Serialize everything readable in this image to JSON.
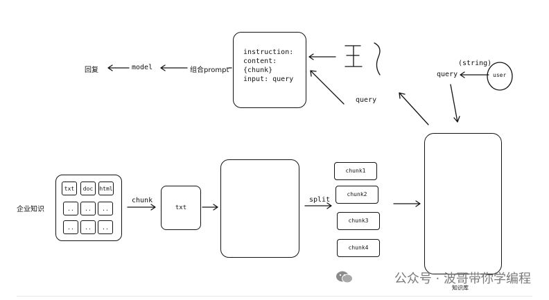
{
  "labels": {
    "reply": "回复",
    "model": "model",
    "combine_prompt": "组合prompt",
    "query_mid": "query",
    "query_right": "query",
    "string": "(string)",
    "user": "user",
    "enterprise_knowledge": "企业知识",
    "chunk_arrow": "chunk",
    "txt_box": "txt",
    "split": "split",
    "knowledge_base": "知识库"
  },
  "prompt_lines": [
    "instruction:",
    "content: {chunk}",
    "input: query"
  ],
  "files": [
    "txt",
    "doc",
    "html",
    "..",
    "..",
    "..",
    "..",
    "..",
    ".."
  ],
  "chunks": [
    "chunk1",
    "chunk2",
    "chunk3",
    "chunk4"
  ],
  "watermark": "公众号 · 波哥带你学编程"
}
